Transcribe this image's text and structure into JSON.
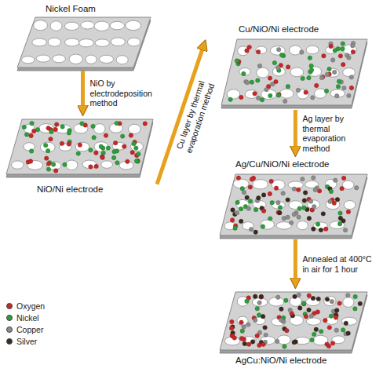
{
  "diagram": {
    "nodes": [
      {
        "text": [
          "Nickel Foam"
        ]
      },
      {
        "text": [
          "NiO/Ni electrode"
        ]
      },
      {
        "text": [
          "Cu/NiO/Ni electrode"
        ]
      },
      {
        "text": [
          "Ag/Cu/NiO/Ni electrode"
        ]
      },
      {
        "text": [
          "AgCu:NiO/Ni electrode"
        ]
      }
    ],
    "edges": [
      {
        "from": 0,
        "to": 1,
        "label": "NiO by electrodeposition method",
        "arrow": "to"
      },
      {
        "from": 1,
        "to": 2,
        "label": "Cu layer by thermal evaporation method",
        "arrow": "to"
      },
      {
        "from": 2,
        "to": 3,
        "label": "Ag layer by thermal evaporation method",
        "arrow": "to"
      },
      {
        "from": 3,
        "to": 4,
        "label": "Annealed at 400°C in air for 1 hour",
        "arrow": "to"
      }
    ],
    "legend": [
      {
        "text": "Oxygen",
        "color": "#c62828"
      },
      {
        "text": "Nickel",
        "color": "#2e9d3c"
      },
      {
        "text": "Copper",
        "color": "#8c8c8c"
      },
      {
        "text": "Silver",
        "color": "#3b2a20"
      }
    ]
  }
}
